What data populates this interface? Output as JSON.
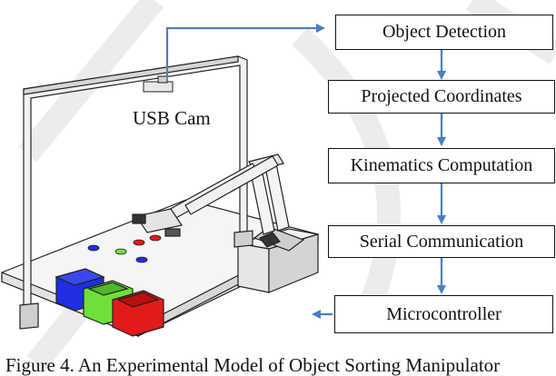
{
  "camera_label": "USB Cam",
  "flow_steps": [
    "Object Detection",
    "Projected Coordinates",
    "Kinematics Computation",
    "Serial Communication",
    "Microcontroller"
  ],
  "caption": "Figure 4. An Experimental Model of Object Sorting Manipulator",
  "colors": {
    "arrow": "#4a7fc1",
    "box_blue": "#1f2ee0",
    "box_green": "#6fe03a",
    "box_red": "#e11a1a",
    "watermark": "#ececec"
  }
}
